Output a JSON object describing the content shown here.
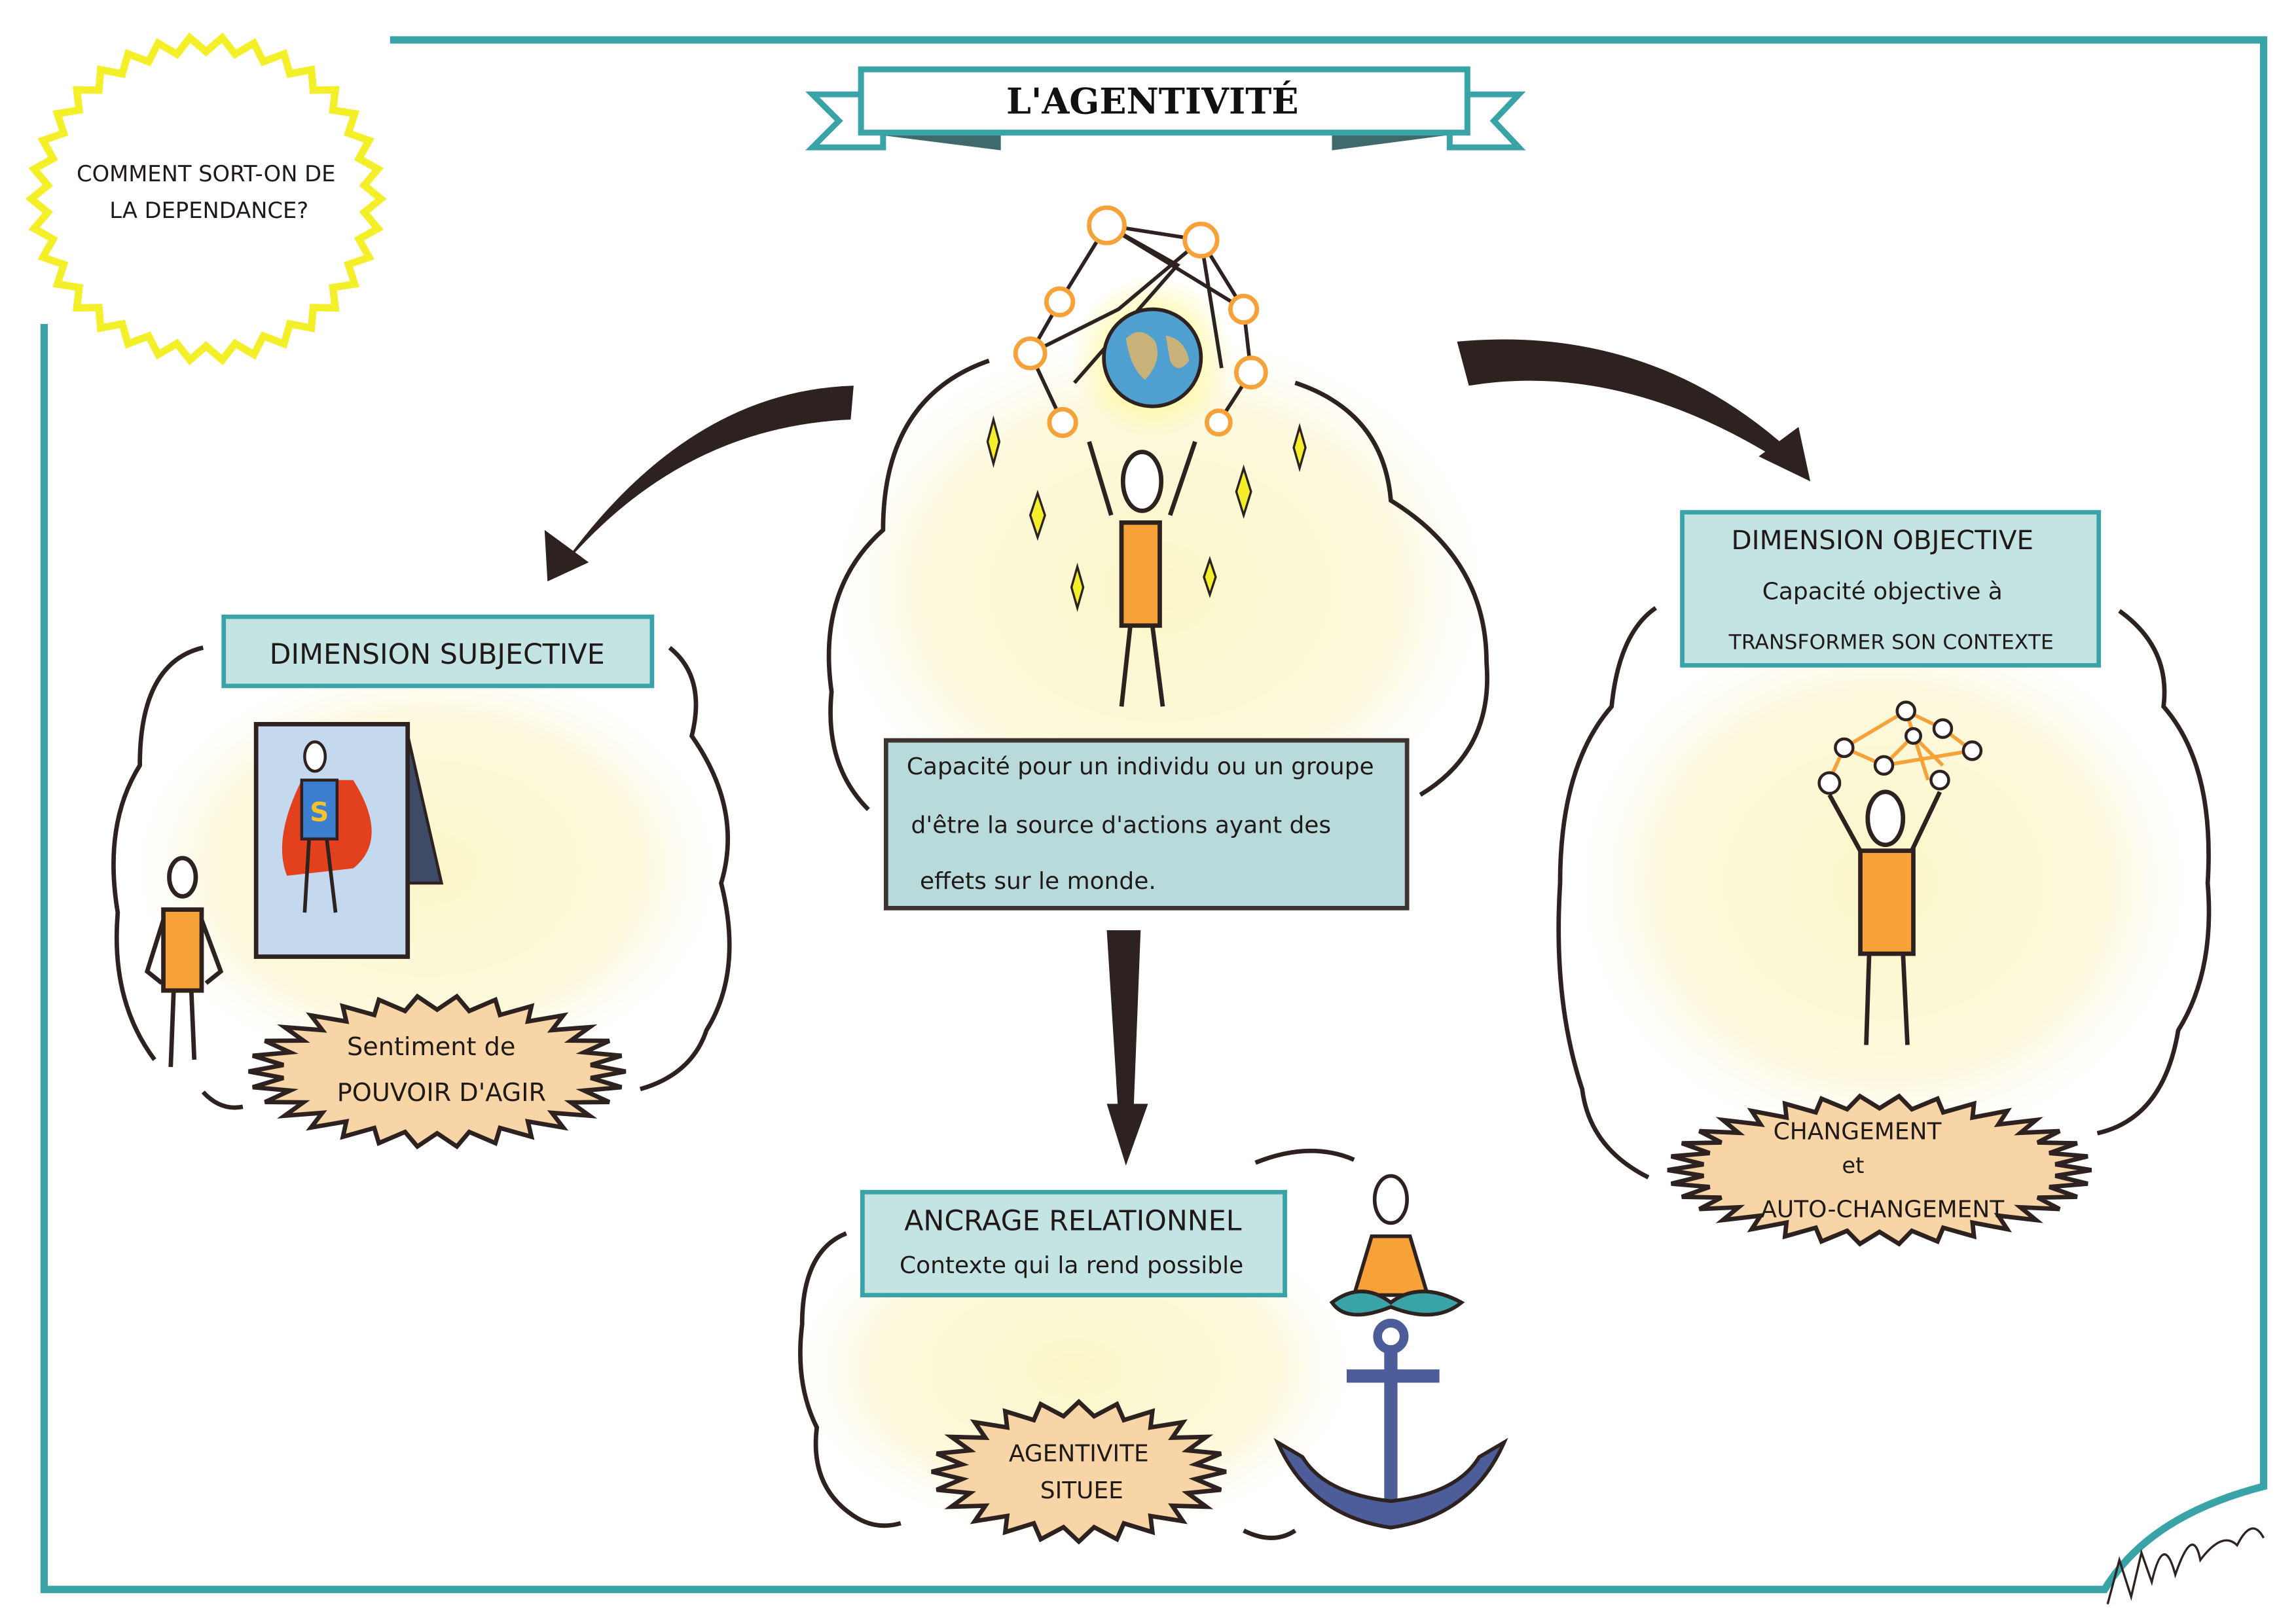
{
  "title": "L'AGENTIVITÉ",
  "question": {
    "line1": "COMMENT SORT-ON DE",
    "line2": "LA DEPENDANCE?"
  },
  "definition": {
    "line1": "Capacité pour un individu ou un groupe",
    "line2": "d'être la  source d'actions ayant des",
    "line3": "effets sur le monde."
  },
  "subjective": {
    "heading": "DIMENSION SUBJECTIVE",
    "burst_line1": "Sentiment de",
    "burst_line2": "POUVOIR D'AGIR"
  },
  "objective": {
    "heading": "DIMENSION OBJECTIVE",
    "line1": "Capacité objective à",
    "line2": "TRANSFORMER SON CONTEXTE",
    "burst_line1": "CHANGEMENT",
    "burst_line2": "et",
    "burst_line3": "AUTO-CHANGEMENT"
  },
  "relational": {
    "heading": "ANCRAGE RELATIONNEL",
    "line1": "Contexte qui la rend possible",
    "burst_line1": "AGENTIVITE",
    "burst_line2": "SITUEE"
  },
  "colors": {
    "frame": "#3aa3a8",
    "box_fill": "#c3e4e3",
    "definition_fill": "#b9dadb",
    "burst_fill": "#f8d5a6",
    "question_burst": "#f5f53a",
    "arrow": "#2e2220",
    "body_orange": "#f7a239",
    "cloud": "#fcf9dc"
  }
}
